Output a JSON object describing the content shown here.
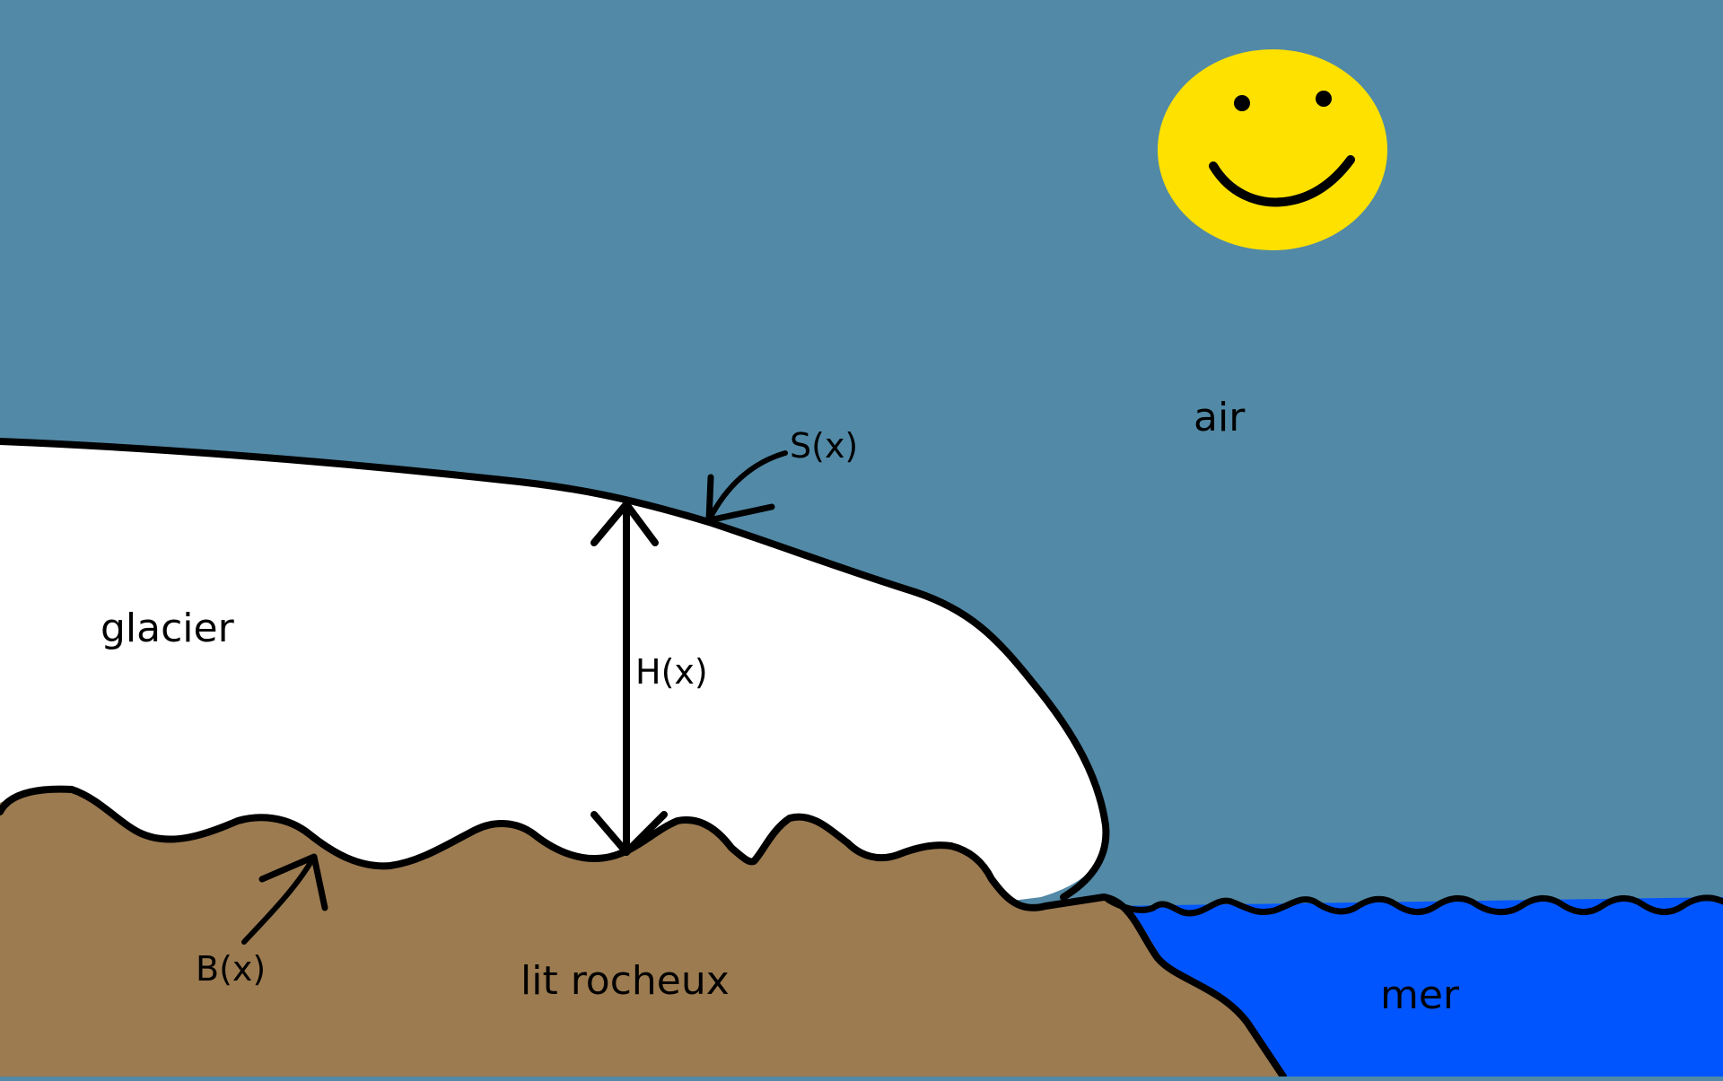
{
  "labels": {
    "air": "air",
    "glacier": "glacier",
    "bed": "lit rocheux",
    "sea": "mer",
    "surface": "S(x)",
    "thickness": "H(x)",
    "base": "B(x)"
  },
  "colors": {
    "sky": "#5289a6",
    "ice": "#ffffff",
    "bedrock": "#9c7b51",
    "sea": "#0055ff",
    "sun": "#ffe100",
    "ink": "#000000"
  },
  "icons": {
    "sun": "smiley-sun-icon"
  }
}
